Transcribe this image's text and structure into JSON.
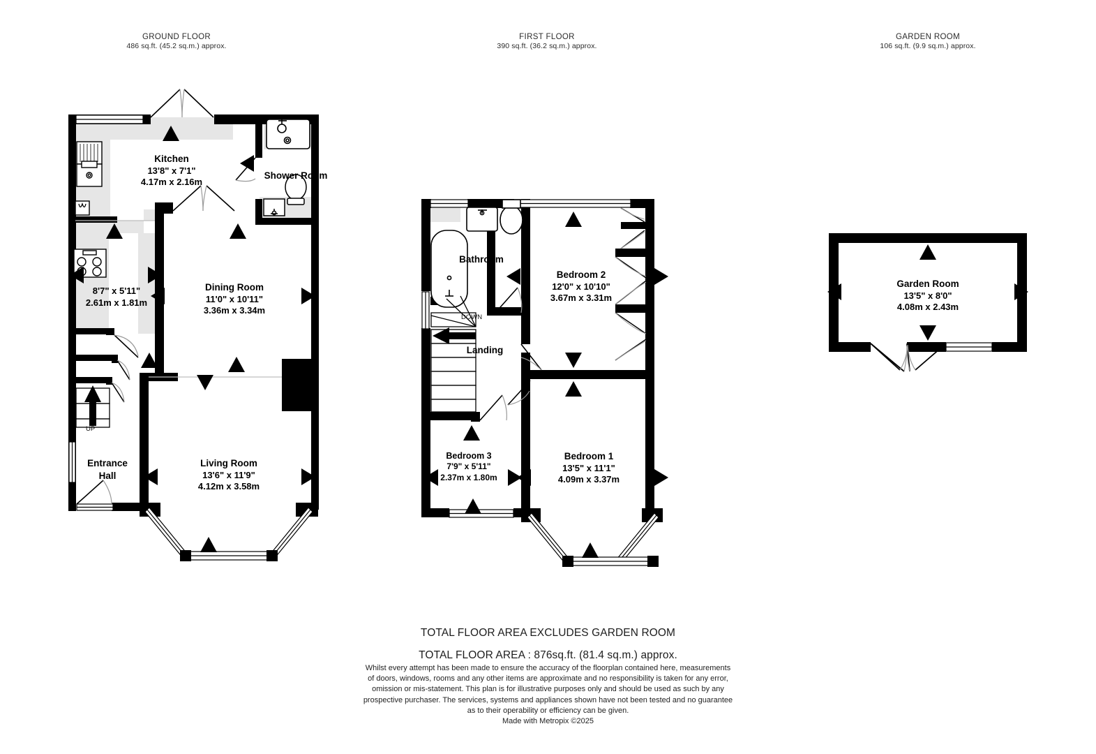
{
  "document": {
    "type": "floorplan",
    "background": "#ffffff",
    "wall_color": "#000000",
    "fixture_fill": "#e6e6e6",
    "window_color": "#ffffff"
  },
  "plans": [
    {
      "id": "ground",
      "title": "GROUND FLOOR",
      "area": "486 sq.ft. (45.2 sq.m.) approx."
    },
    {
      "id": "first",
      "title": "FIRST FLOOR",
      "area": "390 sq.ft. (36.2 sq.m.) approx."
    },
    {
      "id": "garden",
      "title": "GARDEN ROOM",
      "area": "106 sq.ft. (9.9 sq.m.) approx."
    }
  ],
  "rooms": {
    "kitchen": {
      "name": "Kitchen",
      "imperial": "13'8\"  x 7'1\"",
      "metric": "4.17m  x 2.16m"
    },
    "shower_room": {
      "name": "Shower Room",
      "imperial": "",
      "metric": ""
    },
    "utility": {
      "name": "",
      "imperial": "8'7\"  x 5'11\"",
      "metric": "2.61m  x 1.81m"
    },
    "dining": {
      "name": "Dining Room",
      "imperial": "11'0\"  x 10'11\"",
      "metric": "3.36m  x 3.34m"
    },
    "living": {
      "name": "Living Room",
      "imperial": "13'6\"  x 11'9\"",
      "metric": "4.12m  x 3.58m"
    },
    "entrance": {
      "name_line1": "Entrance",
      "name_line2": "Hall"
    },
    "bathroom": {
      "name": "Bathroom",
      "imperial": "",
      "metric": ""
    },
    "landing": {
      "name": "Landing",
      "imperial": "",
      "metric": ""
    },
    "bedroom1": {
      "name": "Bedroom 1",
      "imperial": "13'5\"  x 11'1\"",
      "metric": "4.09m  x 3.37m"
    },
    "bedroom2": {
      "name": "Bedroom 2",
      "imperial": "12'0\"  x 10'10\"",
      "metric": "3.67m  x 3.31m"
    },
    "bedroom3": {
      "name": "Bedroom 3",
      "imperial": "7'9\"  x 5'11\"",
      "metric": "2.37m  x 1.80m"
    },
    "garden_room": {
      "name": "Garden Room",
      "imperial": "13'5\"  x 8'0\"",
      "metric": "4.08m  x 2.43m"
    }
  },
  "markers": {
    "stairs_up": "UP",
    "stairs_down": "DOWN"
  },
  "footer": {
    "excludes_note": "TOTAL FLOOR AREA EXCLUDES GARDEN ROOM",
    "total_area": "TOTAL FLOOR AREA : 876sq.ft. (81.4 sq.m.) approx.",
    "disclaimer_lines": [
      "Whilst every attempt has been made to ensure the accuracy of the floorplan contained here, measurements",
      "of doors, windows, rooms and any other items are approximate and no responsibility is taken for any error,",
      "omission or mis-statement. This plan is for illustrative purposes only and should be used as such by any",
      "prospective purchaser. The services, systems and appliances shown have not been tested and no guarantee",
      "as to their operability or efficiency can be given."
    ],
    "credit": "Made with Metropix ©2025"
  }
}
